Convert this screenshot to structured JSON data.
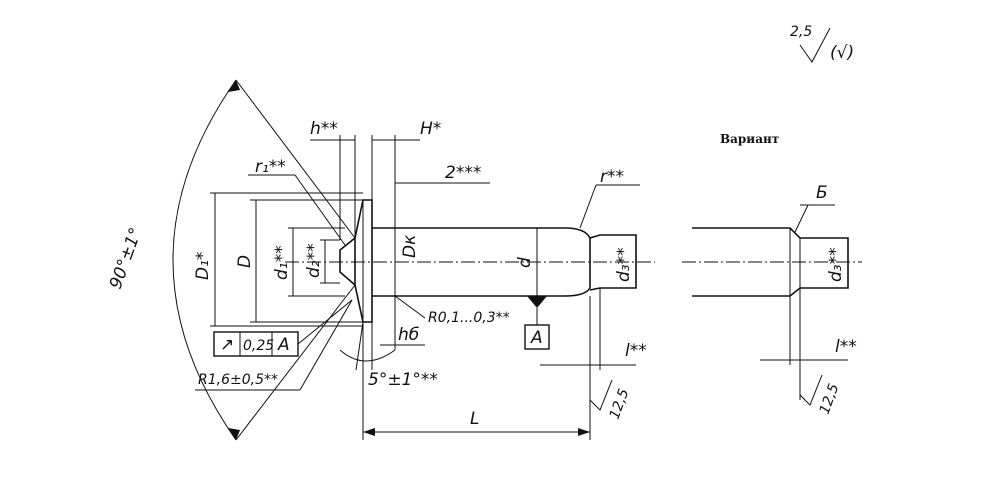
{
  "roughness": {
    "value": "2,5",
    "paren": "(√)"
  },
  "variant_title": "Вариант",
  "labels": {
    "angle_90": "90°±1°",
    "h": "h**",
    "H": "H*",
    "two": "2***",
    "r1": "r₁**",
    "r": "r**",
    "D1": "D₁*",
    "D": "D",
    "d1": "d₁**",
    "d2": "d₂**",
    "Dk": "Dк",
    "d": "d",
    "d3": "d₃**",
    "d3_variant": "d₃**",
    "R01": "R0,1...0,3**",
    "hb": "hб",
    "five_deg": "5°±1°**",
    "R16": "R1,6±0,5**",
    "L": "L",
    "l": "l**",
    "l_variant": "l**",
    "rough_12_5": "12,5",
    "rough_12_5_variant": "12,5",
    "B": "Б"
  },
  "datum_A": "A",
  "tolerance_frame": {
    "symbol": "↗",
    "value": "0,25",
    "datum": "A"
  }
}
